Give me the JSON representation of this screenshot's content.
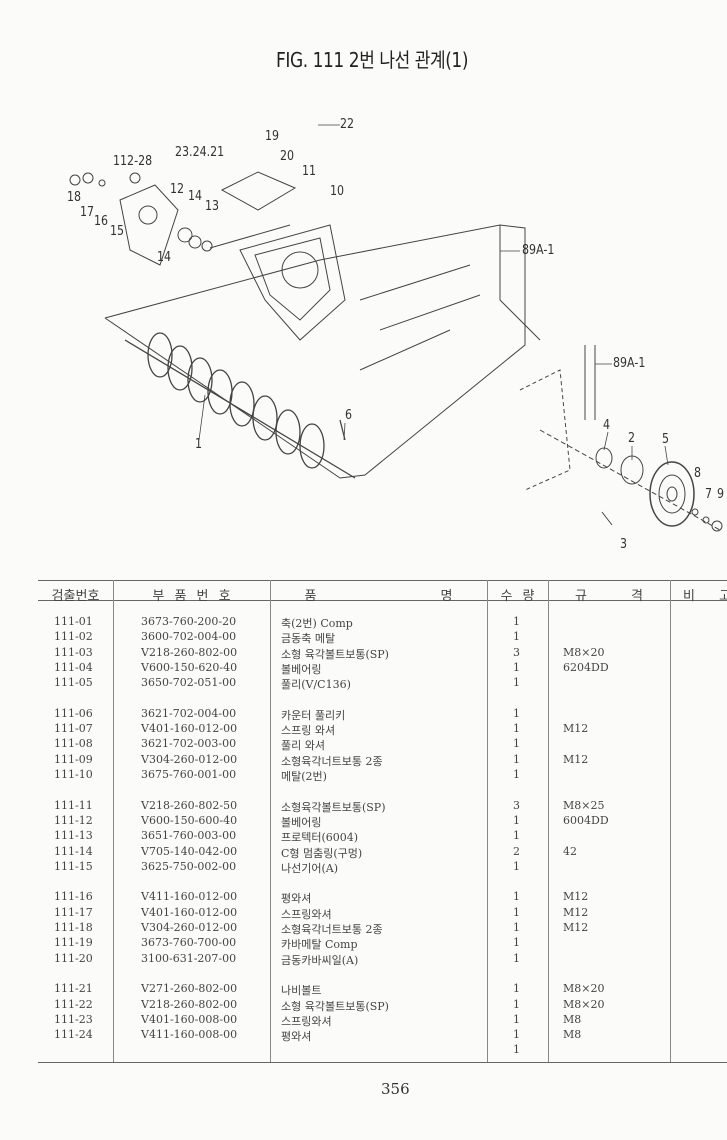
{
  "title": "FIG. 111 2번 나선 관계(1)",
  "diagram": {
    "callouts": [
      "22",
      "23.24.21",
      "19",
      "20",
      "11",
      "10",
      "112-28",
      "12",
      "14",
      "13",
      "18",
      "17",
      "16",
      "15",
      "14",
      "89A-1",
      "89A-1",
      "6",
      "1",
      "4",
      "2",
      "5",
      "8",
      "7",
      "9",
      "3"
    ]
  },
  "table": {
    "headers": [
      "검출번호",
      "부 품 번 호",
      "품 명",
      "수 량",
      "규 격",
      "비 고"
    ],
    "groups": [
      [
        {
          "no": "111-01",
          "part": "3673-760-200-20",
          "name": "축(2번) Comp",
          "qty": "1",
          "spec": ""
        },
        {
          "no": "111-02",
          "part": "3600-702-004-00",
          "name": "금동축 메탈",
          "qty": "1",
          "spec": ""
        },
        {
          "no": "111-03",
          "part": "V218-260-802-00",
          "name": "소형 육각볼트보통(SP)",
          "qty": "3",
          "spec": "M8×20"
        },
        {
          "no": "111-04",
          "part": "V600-150-620-40",
          "name": "볼베어링",
          "qty": "1",
          "spec": "6204DD"
        },
        {
          "no": "111-05",
          "part": "3650-702-051-00",
          "name": "풀리(V/C136)",
          "qty": "1",
          "spec": ""
        }
      ],
      [
        {
          "no": "111-06",
          "part": "3621-702-004-00",
          "name": "카운터 풀리키",
          "qty": "1",
          "spec": ""
        },
        {
          "no": "111-07",
          "part": "V401-160-012-00",
          "name": "스프링 와셔",
          "qty": "1",
          "spec": "M12"
        },
        {
          "no": "111-08",
          "part": "3621-702-003-00",
          "name": "풀리 와셔",
          "qty": "1",
          "spec": ""
        },
        {
          "no": "111-09",
          "part": "V304-260-012-00",
          "name": "소형육각너트보통 2종",
          "qty": "1",
          "spec": "M12"
        },
        {
          "no": "111-10",
          "part": "3675-760-001-00",
          "name": "메탈(2번)",
          "qty": "1",
          "spec": ""
        }
      ],
      [
        {
          "no": "111-11",
          "part": "V218-260-802-50",
          "name": "소형육각볼트보통(SP)",
          "qty": "3",
          "spec": "M8×25"
        },
        {
          "no": "111-12",
          "part": "V600-150-600-40",
          "name": "볼베어링",
          "qty": "1",
          "spec": "6004DD"
        },
        {
          "no": "111-13",
          "part": "3651-760-003-00",
          "name": "프로텍터(6004)",
          "qty": "1",
          "spec": ""
        },
        {
          "no": "111-14",
          "part": "V705-140-042-00",
          "name": "C형 멈춤링(구멍)",
          "qty": "2",
          "spec": "42"
        },
        {
          "no": "111-15",
          "part": "3625-750-002-00",
          "name": "나선기어(A)",
          "qty": "1",
          "spec": ""
        }
      ],
      [
        {
          "no": "111-16",
          "part": "V411-160-012-00",
          "name": "평와셔",
          "qty": "1",
          "spec": "M12"
        },
        {
          "no": "111-17",
          "part": "V401-160-012-00",
          "name": "스프링와셔",
          "qty": "1",
          "spec": "M12"
        },
        {
          "no": "111-18",
          "part": "V304-260-012-00",
          "name": "소형육각너트보통 2종",
          "qty": "1",
          "spec": "M12"
        },
        {
          "no": "111-19",
          "part": "3673-760-700-00",
          "name": "카바메탈 Comp",
          "qty": "1",
          "spec": ""
        },
        {
          "no": "111-20",
          "part": "3100-631-207-00",
          "name": "금동카바씨일(A)",
          "qty": "1",
          "spec": ""
        }
      ],
      [
        {
          "no": "111-21",
          "part": "V271-260-802-00",
          "name": "나비볼트",
          "qty": "1",
          "spec": "M8×20"
        },
        {
          "no": "111-22",
          "part": "V218-260-802-00",
          "name": "소형 육각볼트보통(SP)",
          "qty": "1",
          "spec": "M8×20"
        },
        {
          "no": "111-23",
          "part": "V401-160-008-00",
          "name": "스프링와셔",
          "qty": "1",
          "spec": "M8"
        },
        {
          "no": "111-24",
          "part": "V411-160-008-00",
          "name": "평와셔",
          "qty": "1",
          "spec": "M8"
        },
        {
          "no": "",
          "part": "",
          "name": "",
          "qty": "1",
          "spec": ""
        }
      ]
    ]
  },
  "page_number": "356"
}
